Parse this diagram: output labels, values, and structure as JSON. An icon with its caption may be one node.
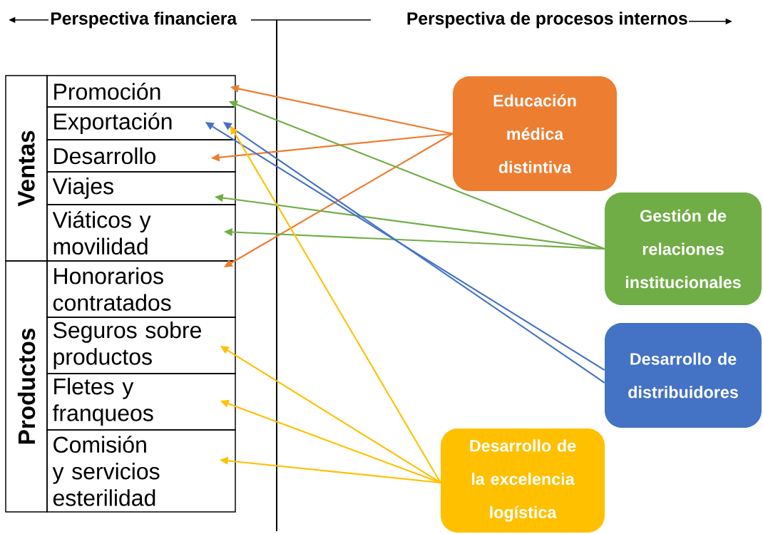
{
  "diagram": {
    "nodes": [
      {
        "text": [
          "Ventas"
        ]
      },
      {
        "text": [
          "Productos"
        ]
      },
      {
        "text": [
          "Promoción"
        ]
      },
      {
        "text": [
          "Exportación"
        ]
      },
      {
        "text": [
          "Desarrollo"
        ]
      },
      {
        "text": [
          "Viajes"
        ]
      },
      {
        "text": [
          "Viáticos y movilidad"
        ]
      },
      {
        "text": [
          "Honorarios contratados"
        ]
      },
      {
        "text": [
          "Seguros sobre productos"
        ]
      },
      {
        "text": [
          "Fletes y franqueos"
        ]
      },
      {
        "text": [
          "Comisión y servicios esterilidad"
        ]
      },
      {
        "text": [
          "Educación médica distintiva"
        ]
      },
      {
        "text": [
          "Gestión de relaciones institucionales"
        ]
      },
      {
        "text": [
          "Desarrollo de distribuidores"
        ]
      },
      {
        "text": [
          "Desarrollo de la excelencia logística"
        ]
      }
    ],
    "edges": [
      {
        "from": 11,
        "to": 2,
        "arrow": "to",
        "color": "#ed7d31"
      },
      {
        "from": 11,
        "to": 4,
        "arrow": "to",
        "color": "#ed7d31"
      },
      {
        "from": 11,
        "to": 7,
        "arrow": "to",
        "color": "#ed7d31"
      },
      {
        "from": 12,
        "to": 2,
        "arrow": "to",
        "color": "#70ad47"
      },
      {
        "from": 12,
        "to": 5,
        "arrow": "to",
        "color": "#70ad47"
      },
      {
        "from": 12,
        "to": 6,
        "arrow": "to",
        "color": "#70ad47"
      },
      {
        "from": 13,
        "to": 3,
        "arrow": "to",
        "color": "#4472c4"
      },
      {
        "from": 13,
        "to": 3,
        "arrow": "to",
        "color": "#4472c4"
      },
      {
        "from": 14,
        "to": 3,
        "arrow": "to",
        "color": "#ffc000"
      },
      {
        "from": 14,
        "to": 8,
        "arrow": "to",
        "color": "#ffc000"
      },
      {
        "from": 14,
        "to": 9,
        "arrow": "to",
        "color": "#ffc000"
      },
      {
        "from": 14,
        "to": 10,
        "arrow": "to",
        "color": "#ffc000"
      }
    ],
    "labels": [
      "Perspectiva financiera",
      "Perspectiva de procesos internos"
    ]
  }
}
